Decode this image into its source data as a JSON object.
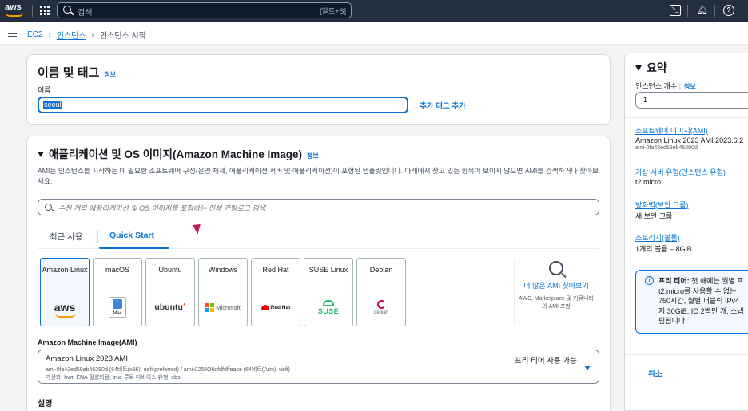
{
  "topbar": {
    "logo": "aws",
    "search_placeholder": "검색",
    "search_shortcut": "[알트+S]"
  },
  "breadcrumb": {
    "items": [
      "EC2",
      "인스턴스",
      "인스턴스 시작"
    ]
  },
  "name_tags": {
    "title": "이름 및 태그",
    "info": "정보",
    "name_label": "이름",
    "name_value": "seoul",
    "add_tag": "추가 태그 추가"
  },
  "ami_section": {
    "title": "애플리케이션 및 OS 이미지(Amazon Machine Image)",
    "info": "정보",
    "description": "AMI는 인스턴스를 시작하는 데 필요한 소프트웨어 구성(운영 체제, 애플리케이션 서버 및 애플리케이션)이 포함된 템플릿입니다. 아래에서 찾고 있는 항목이 보이지 않으면 AMI를 검색하거나 찾아보세요.",
    "search_placeholder": "수천 개의 애플리케이션 및 OS 이미지를 포함하는 전체 카탈로그 검색",
    "tabs": [
      "최근 사용",
      "Quick Start"
    ],
    "active_tab": "Quick Start",
    "os_cards": [
      {
        "name": "Amazon Linux",
        "logo": "aws",
        "selected": true
      },
      {
        "name": "macOS",
        "logo": "Mac",
        "selected": false
      },
      {
        "name": "Ubuntu",
        "logo": "ubuntu",
        "selected": false
      },
      {
        "name": "Windows",
        "logo": "Microsoft",
        "selected": false
      },
      {
        "name": "Red Hat",
        "logo": "Red Hat",
        "selected": false
      },
      {
        "name": "SUSE Linux",
        "logo": "SUSE",
        "selected": false
      },
      {
        "name": "Debian",
        "logo": "debian",
        "selected": false
      }
    ],
    "more_amis_link": "더 많은 AMI 찾아보기",
    "more_amis_sub": "AWS, Marketplace 및 커뮤니티의 AMI 포함",
    "ami_label": "Amazon Machine Image(AMI)",
    "ami_title": "Amazon Linux 2023 AMI",
    "ami_ids": "ami-0fa42ed59eb46290d (64비트(x86), uefi-preferred) / ami-0255O6dfdfdffeace (64비트(Arm), uefi)",
    "ami_meta": "가상화: hvm    ENA 활성화됨: true    루트 디바이스 유형: ebs",
    "free_tier": "프리 티어 사용 가능",
    "desc_label": "설명"
  },
  "summary": {
    "title": "요약",
    "count_label": "인스턴스 개수",
    "count_info": "정보",
    "count_value": "1",
    "software_label": "소프트웨어 이미지(AMI)",
    "software_value": "Amazon Linux 2023 AMI 2023.6.2",
    "software_id": "ami-0fa42ed59eb46290d",
    "type_label": "가상 서버 유형(인스턴스 유형)",
    "type_value": "t2.micro",
    "firewall_label": "방화벽(보안 그룹)",
    "firewall_value": "새 보안 그룹",
    "storage_label": "스토리지(볼륨)",
    "storage_value": "1개의 볼륨 – 8GiB",
    "free_tier_bold": "프리 티어:",
    "free_tier_text": " 첫 해에는 월별 프\nt2.micro를 사용할 수 없는 \n750시간, 월별 퍼블릭 IPv4 \n지 30GiB, IO 2백만 개, 스냅\n림됩니다.",
    "cancel": "취소"
  },
  "colors": {
    "topbar_bg": "#232f3e",
    "link": "#0972d3",
    "aws_orange": "#ff9900"
  }
}
